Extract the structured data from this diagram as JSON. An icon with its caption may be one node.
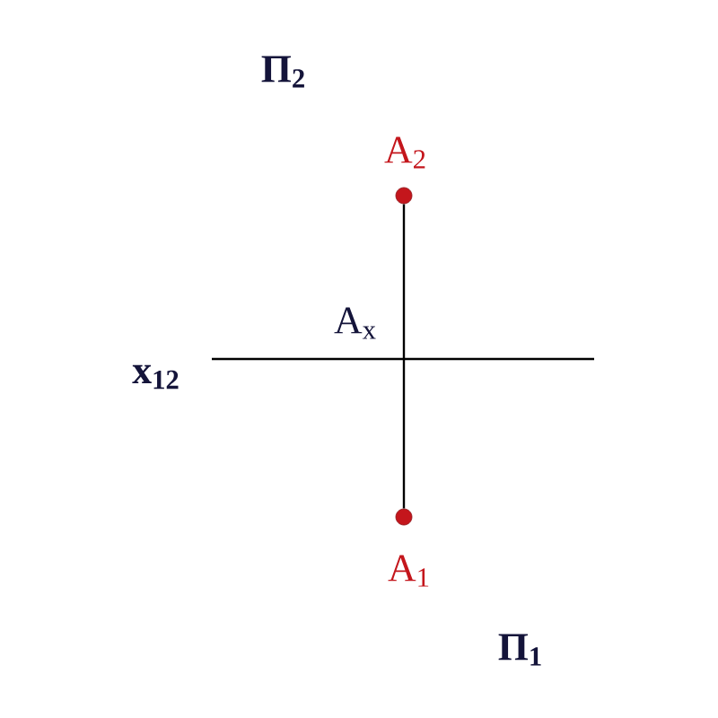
{
  "diagram": {
    "nodes": [
      {
        "text": [],
        "shape": "circle",
        "beside": [
          "A$_{2}$"
        ]
      },
      {
        "text": [],
        "shape": "circle",
        "beside": [
          "A$_{1}$"
        ]
      }
    ],
    "edges": [
      {
        "from": 0,
        "to": 1,
        "arrow": "none"
      }
    ],
    "labels": [
      "Π$_{2}$",
      "A$_{x}$",
      "x$_{12}$",
      "Π$_{1}$"
    ]
  }
}
